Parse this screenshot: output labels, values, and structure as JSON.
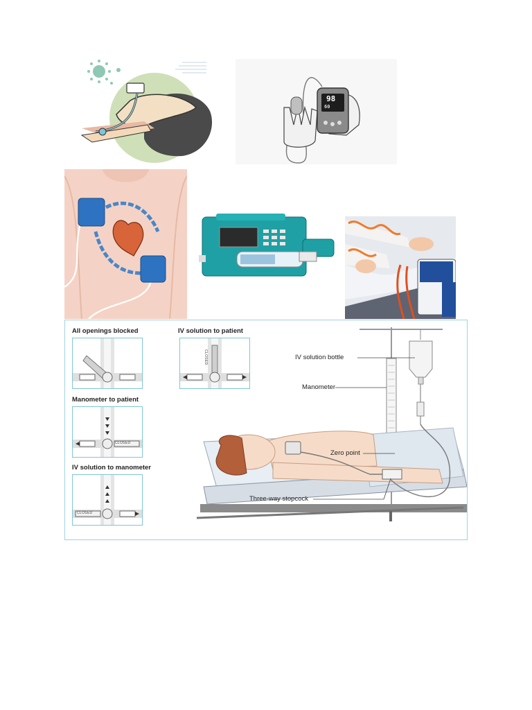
{
  "oximeter": {
    "spo2": "98",
    "pulse": "60"
  },
  "cvp_figure": {
    "panels": [
      {
        "title": "All openings blocked"
      },
      {
        "title": "IV solution to patient"
      },
      {
        "title": "Manometer to patient"
      },
      {
        "title": "IV solution to manometer"
      }
    ],
    "stopcock_label": "CLOSED",
    "callouts": {
      "iv_bottle": "IV solution bottle",
      "manometer": "Manometer",
      "zero_point": "Zero point",
      "stopcock": "Three-way stopcock"
    }
  }
}
